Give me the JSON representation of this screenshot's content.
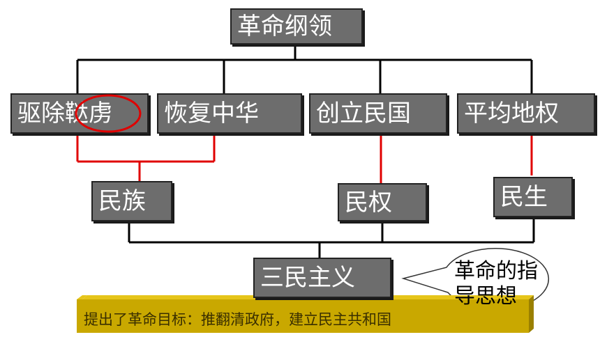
{
  "root": {
    "label": "革命纲领"
  },
  "slogans": [
    {
      "label": "驱除鞑虏"
    },
    {
      "label": "恢复中华"
    },
    {
      "label": "创立民国"
    },
    {
      "label": "平均地权"
    }
  ],
  "principles": [
    {
      "label": "民族"
    },
    {
      "label": "民权"
    },
    {
      "label": "民生"
    }
  ],
  "sum": {
    "label": "三民主义"
  },
  "callout": {
    "text": "革命的指导思想"
  },
  "banner": {
    "text": "提出了革命目标：推翻清政府，建立民主共和国"
  },
  "colors": {
    "box_fill": "#6d6d6d",
    "connector_black": "#000000",
    "connector_red": "#e00000",
    "highlight_ellipse": "#e00000",
    "banner_fill": "#c9a800"
  }
}
